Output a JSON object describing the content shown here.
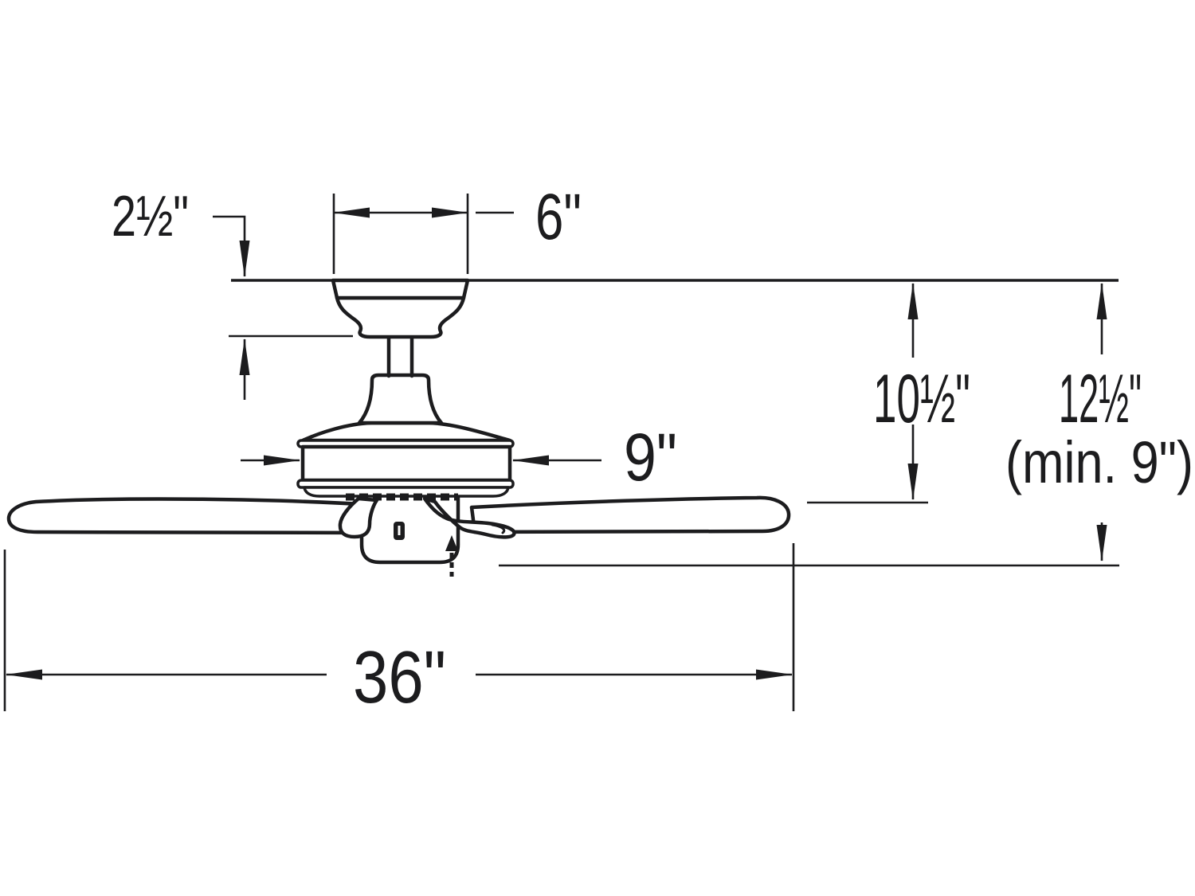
{
  "page": {
    "title": "Ceiling fan mounting dimensions diagram",
    "background_color": "#ffffff",
    "ink_color": "#1c1c1e"
  },
  "labels": {
    "canopy_height": "2½\"",
    "canopy_width": "6\"",
    "motor_housing_width": "9\"",
    "ceiling_to_blade": "10½\"",
    "ceiling_to_bottom": "12½\"",
    "ceiling_to_bottom_note": "(min. 9\")",
    "blade_sweep": "36\""
  }
}
